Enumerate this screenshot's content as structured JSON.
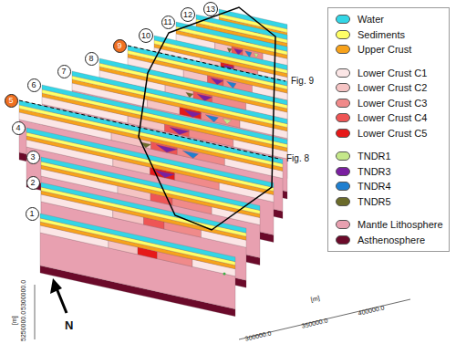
{
  "diagram": {
    "nodes": [
      {
        "text": [
          "1"
        ]
      },
      {
        "text": [
          "2"
        ]
      },
      {
        "text": [
          "3"
        ]
      },
      {
        "text": [
          "4"
        ]
      },
      {
        "text": [
          "5"
        ]
      },
      {
        "text": [
          "6"
        ]
      },
      {
        "text": [
          "7"
        ]
      },
      {
        "text": [
          "8"
        ]
      },
      {
        "text": [
          "9"
        ]
      },
      {
        "text": [
          "10"
        ]
      },
      {
        "text": [
          "11"
        ]
      },
      {
        "text": [
          "12"
        ]
      },
      {
        "text": [
          "13"
        ]
      }
    ],
    "labels": [
      "Fig. 9",
      "Fig. 8",
      "N",
      "300000.0",
      "350000.0",
      "400000.0",
      "[m]",
      "5250000.0",
      "5300000.0",
      "[m]"
    ],
    "legend": [
      {
        "text": "Water",
        "color": "#33d6e6"
      },
      {
        "text": "Sediments",
        "color": "#ffff66"
      },
      {
        "text": "Upper Crust",
        "color": "#f7a21b"
      },
      {
        "text": "Lower Crust C1",
        "color": "#fbe6e6"
      },
      {
        "text": "Lower Crust C2",
        "color": "#f5c4c4"
      },
      {
        "text": "Lower Crust C3",
        "color": "#f08a8a"
      },
      {
        "text": "Lower Crust C4",
        "color": "#ee5555"
      },
      {
        "text": "Lower Crust C5",
        "color": "#e61919"
      },
      {
        "text": "TNDR1",
        "color": "#c5e88a"
      },
      {
        "text": "TNDR3",
        "color": "#7a1fa0"
      },
      {
        "text": "TNDR4",
        "color": "#1f7fd0"
      },
      {
        "text": "TNDR5",
        "color": "#6b6b2a"
      },
      {
        "text": "Mantle Lithosphere",
        "color": "#e8a0b0"
      },
      {
        "text": "Asthenosphere",
        "color": "#6b0a2a"
      }
    ]
  }
}
